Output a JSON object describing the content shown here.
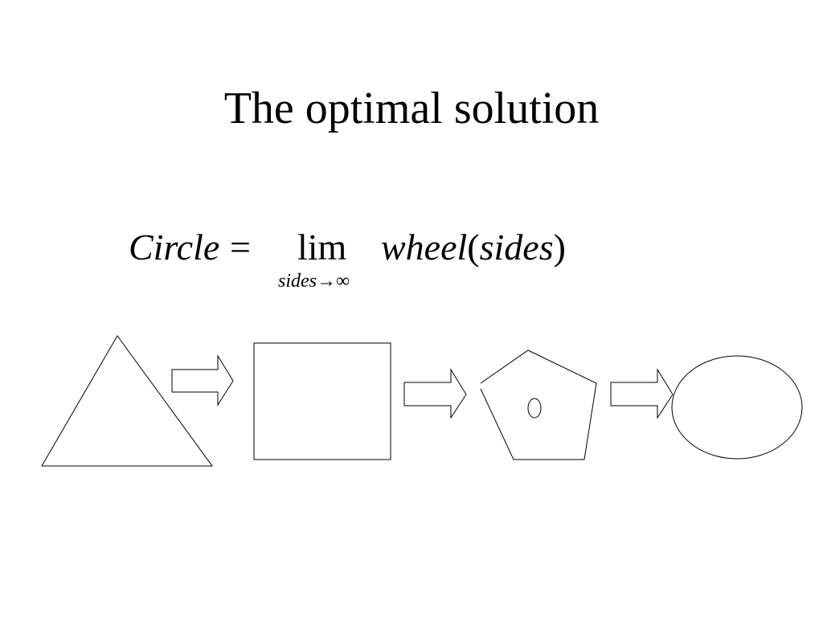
{
  "slide": {
    "title": "The optimal solution"
  },
  "formula": {
    "lhs": "Circle",
    "equals": "=",
    "operator": "lim",
    "subscript_var": "sides",
    "subscript_arrow": "→∞",
    "function_name": "wheel",
    "open_paren": "(",
    "argument": "sides",
    "close_paren": ")"
  },
  "diagram": {
    "sequence": [
      "triangle",
      "arrow",
      "square",
      "arrow",
      "pentagon",
      "arrow",
      "circle"
    ],
    "line_color": "#000000",
    "background": "#ffffff"
  }
}
